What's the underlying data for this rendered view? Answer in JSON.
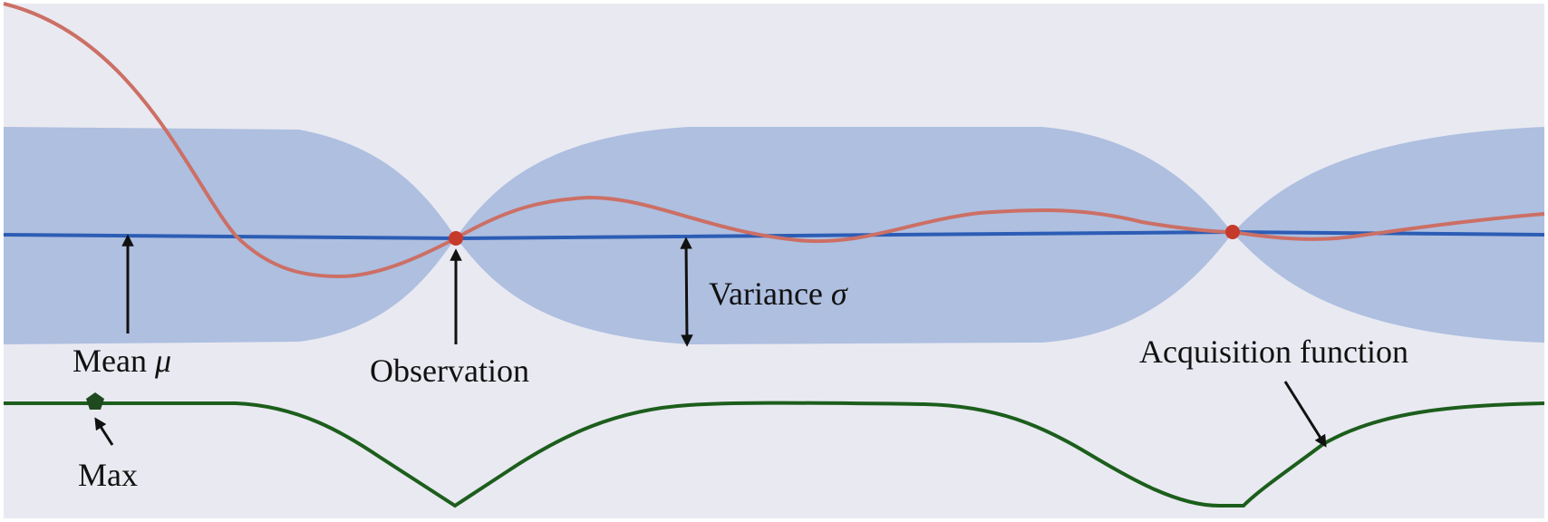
{
  "labels": {
    "mean": "Mean",
    "mean_symbol": "μ",
    "observation": "Observation",
    "variance": "Variance",
    "variance_symbol": "σ",
    "acquisition": "Acquisition function",
    "max": "Max"
  },
  "colors": {
    "panel_background": "#e9e9f1",
    "confidence_band": "#aebfe0",
    "mean_line": "#2c5db5",
    "objective_curve": "#cc6f65",
    "observation_point": "#c53a2a",
    "acquisition_curve": "#1c5e1c",
    "max_marker": "#1f4a1f",
    "arrow": "#111111"
  }
}
